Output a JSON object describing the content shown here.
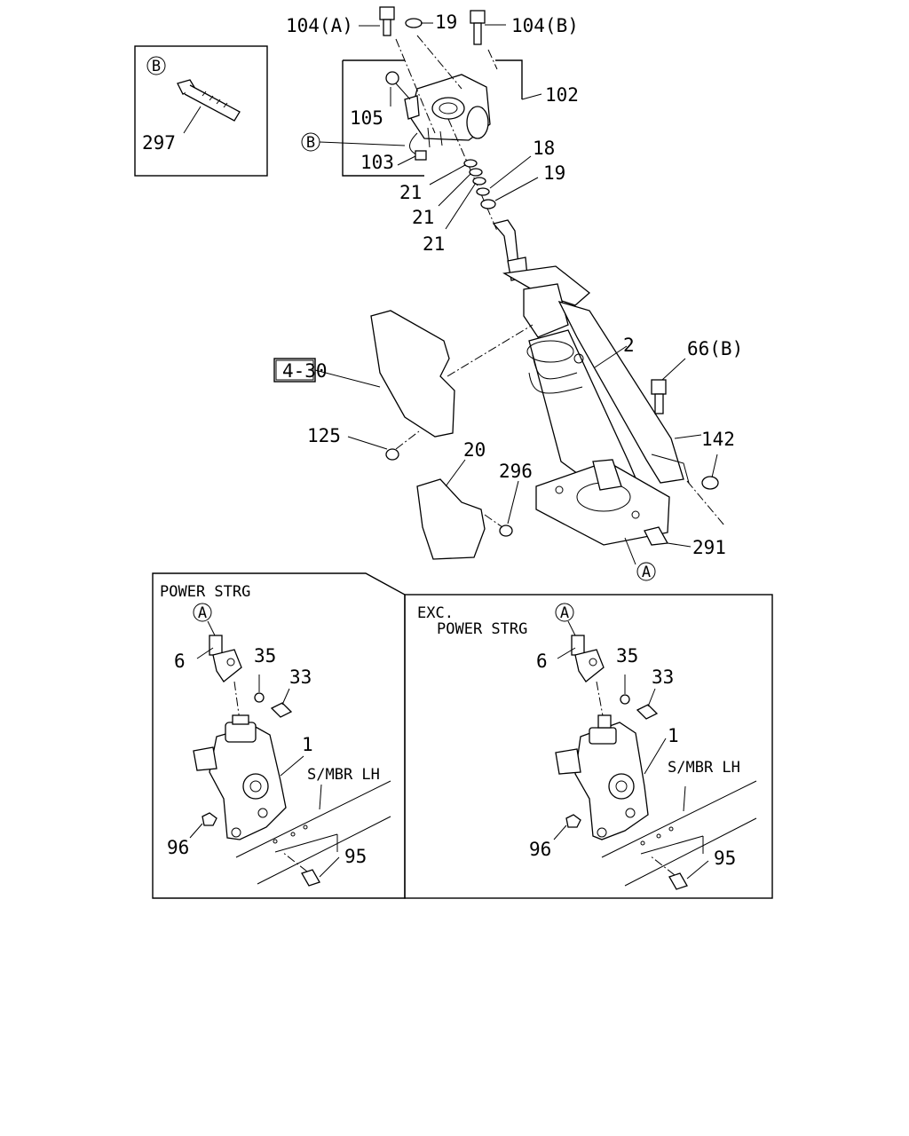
{
  "labels": {
    "p104a": "104(A)",
    "p19a": "19",
    "p104b": "104(B)",
    "p102": "102",
    "p105": "105",
    "p103": "103",
    "p18": "18",
    "p19b": "19",
    "p21a": "21",
    "p21b": "21",
    "p21c": "21",
    "p297": "297",
    "p2": "2",
    "p66b": "66(B)",
    "p430": "4-30",
    "p125": "125",
    "p20": "20",
    "p296": "296",
    "p142": "142",
    "p291": "291",
    "left_6": "6",
    "left_35": "35",
    "left_33": "33",
    "left_1": "1",
    "left_96": "96",
    "left_95": "95",
    "right_6": "6",
    "right_35": "35",
    "right_33": "33",
    "right_1": "1",
    "right_96": "96",
    "right_95": "95"
  },
  "markers": {
    "b_inset": "B",
    "b_main": "B",
    "a_main": "A",
    "a_left": "A",
    "a_right": "A"
  },
  "panels": {
    "left_title": "POWER STRG",
    "right_title_1": "EXC.",
    "right_title_2": "POWER STRG",
    "left_member": "S/MBR LH",
    "right_member": "S/MBR LH"
  }
}
